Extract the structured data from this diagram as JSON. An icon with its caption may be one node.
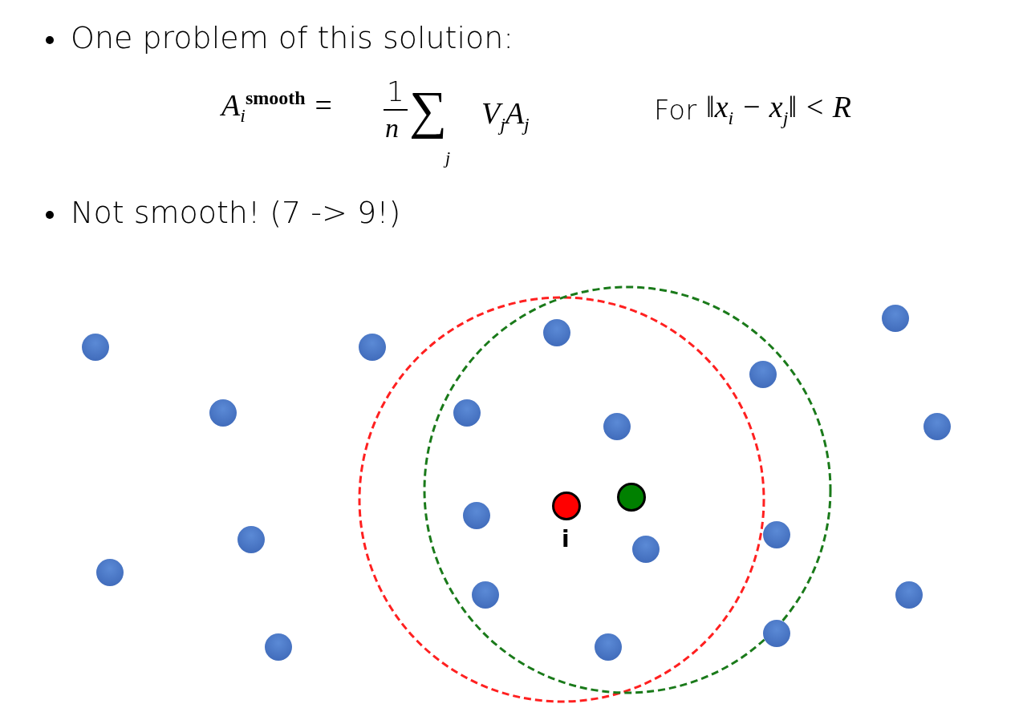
{
  "diagram": {
    "nodes": [
      {
        "text": [],
        "shape": "circle"
      },
      {
        "text": [],
        "shape": "circle"
      },
      {
        "text": [],
        "shape": "circle"
      },
      {
        "text": [],
        "shape": "circle"
      },
      {
        "text": [],
        "shape": "circle"
      },
      {
        "text": [],
        "shape": "circle"
      },
      {
        "text": [],
        "shape": "circle"
      },
      {
        "text": [],
        "shape": "circle"
      },
      {
        "text": [],
        "shape": "circle"
      },
      {
        "text": [],
        "shape": "circle"
      },
      {
        "text": [],
        "shape": "circle",
        "beside": [
          "i"
        ]
      },
      {
        "text": [],
        "shape": "circle"
      },
      {
        "text": [],
        "shape": "circle"
      },
      {
        "text": [],
        "shape": "circle"
      },
      {
        "text": [],
        "shape": "circle"
      },
      {
        "text": [],
        "shape": "circle"
      },
      {
        "text": [],
        "shape": "circle"
      },
      {
        "text": [],
        "shape": "circle"
      },
      {
        "text": [],
        "shape": "circle"
      },
      {
        "text": [],
        "shape": "circle"
      },
      {
        "text": [],
        "shape": "circle"
      }
    ],
    "edges": [],
    "labels": [
      "One problem of this solution:",
      "A$_{i}$$^{smooth}$ =",
      "1",
      "n",
      "∑",
      "j",
      "V$_{j}$A$_{j}$",
      "For",
      "‖x$_{i}$ − x$_{j}$‖ < R",
      "Not smooth!  (7 -> 9!)"
    ]
  }
}
